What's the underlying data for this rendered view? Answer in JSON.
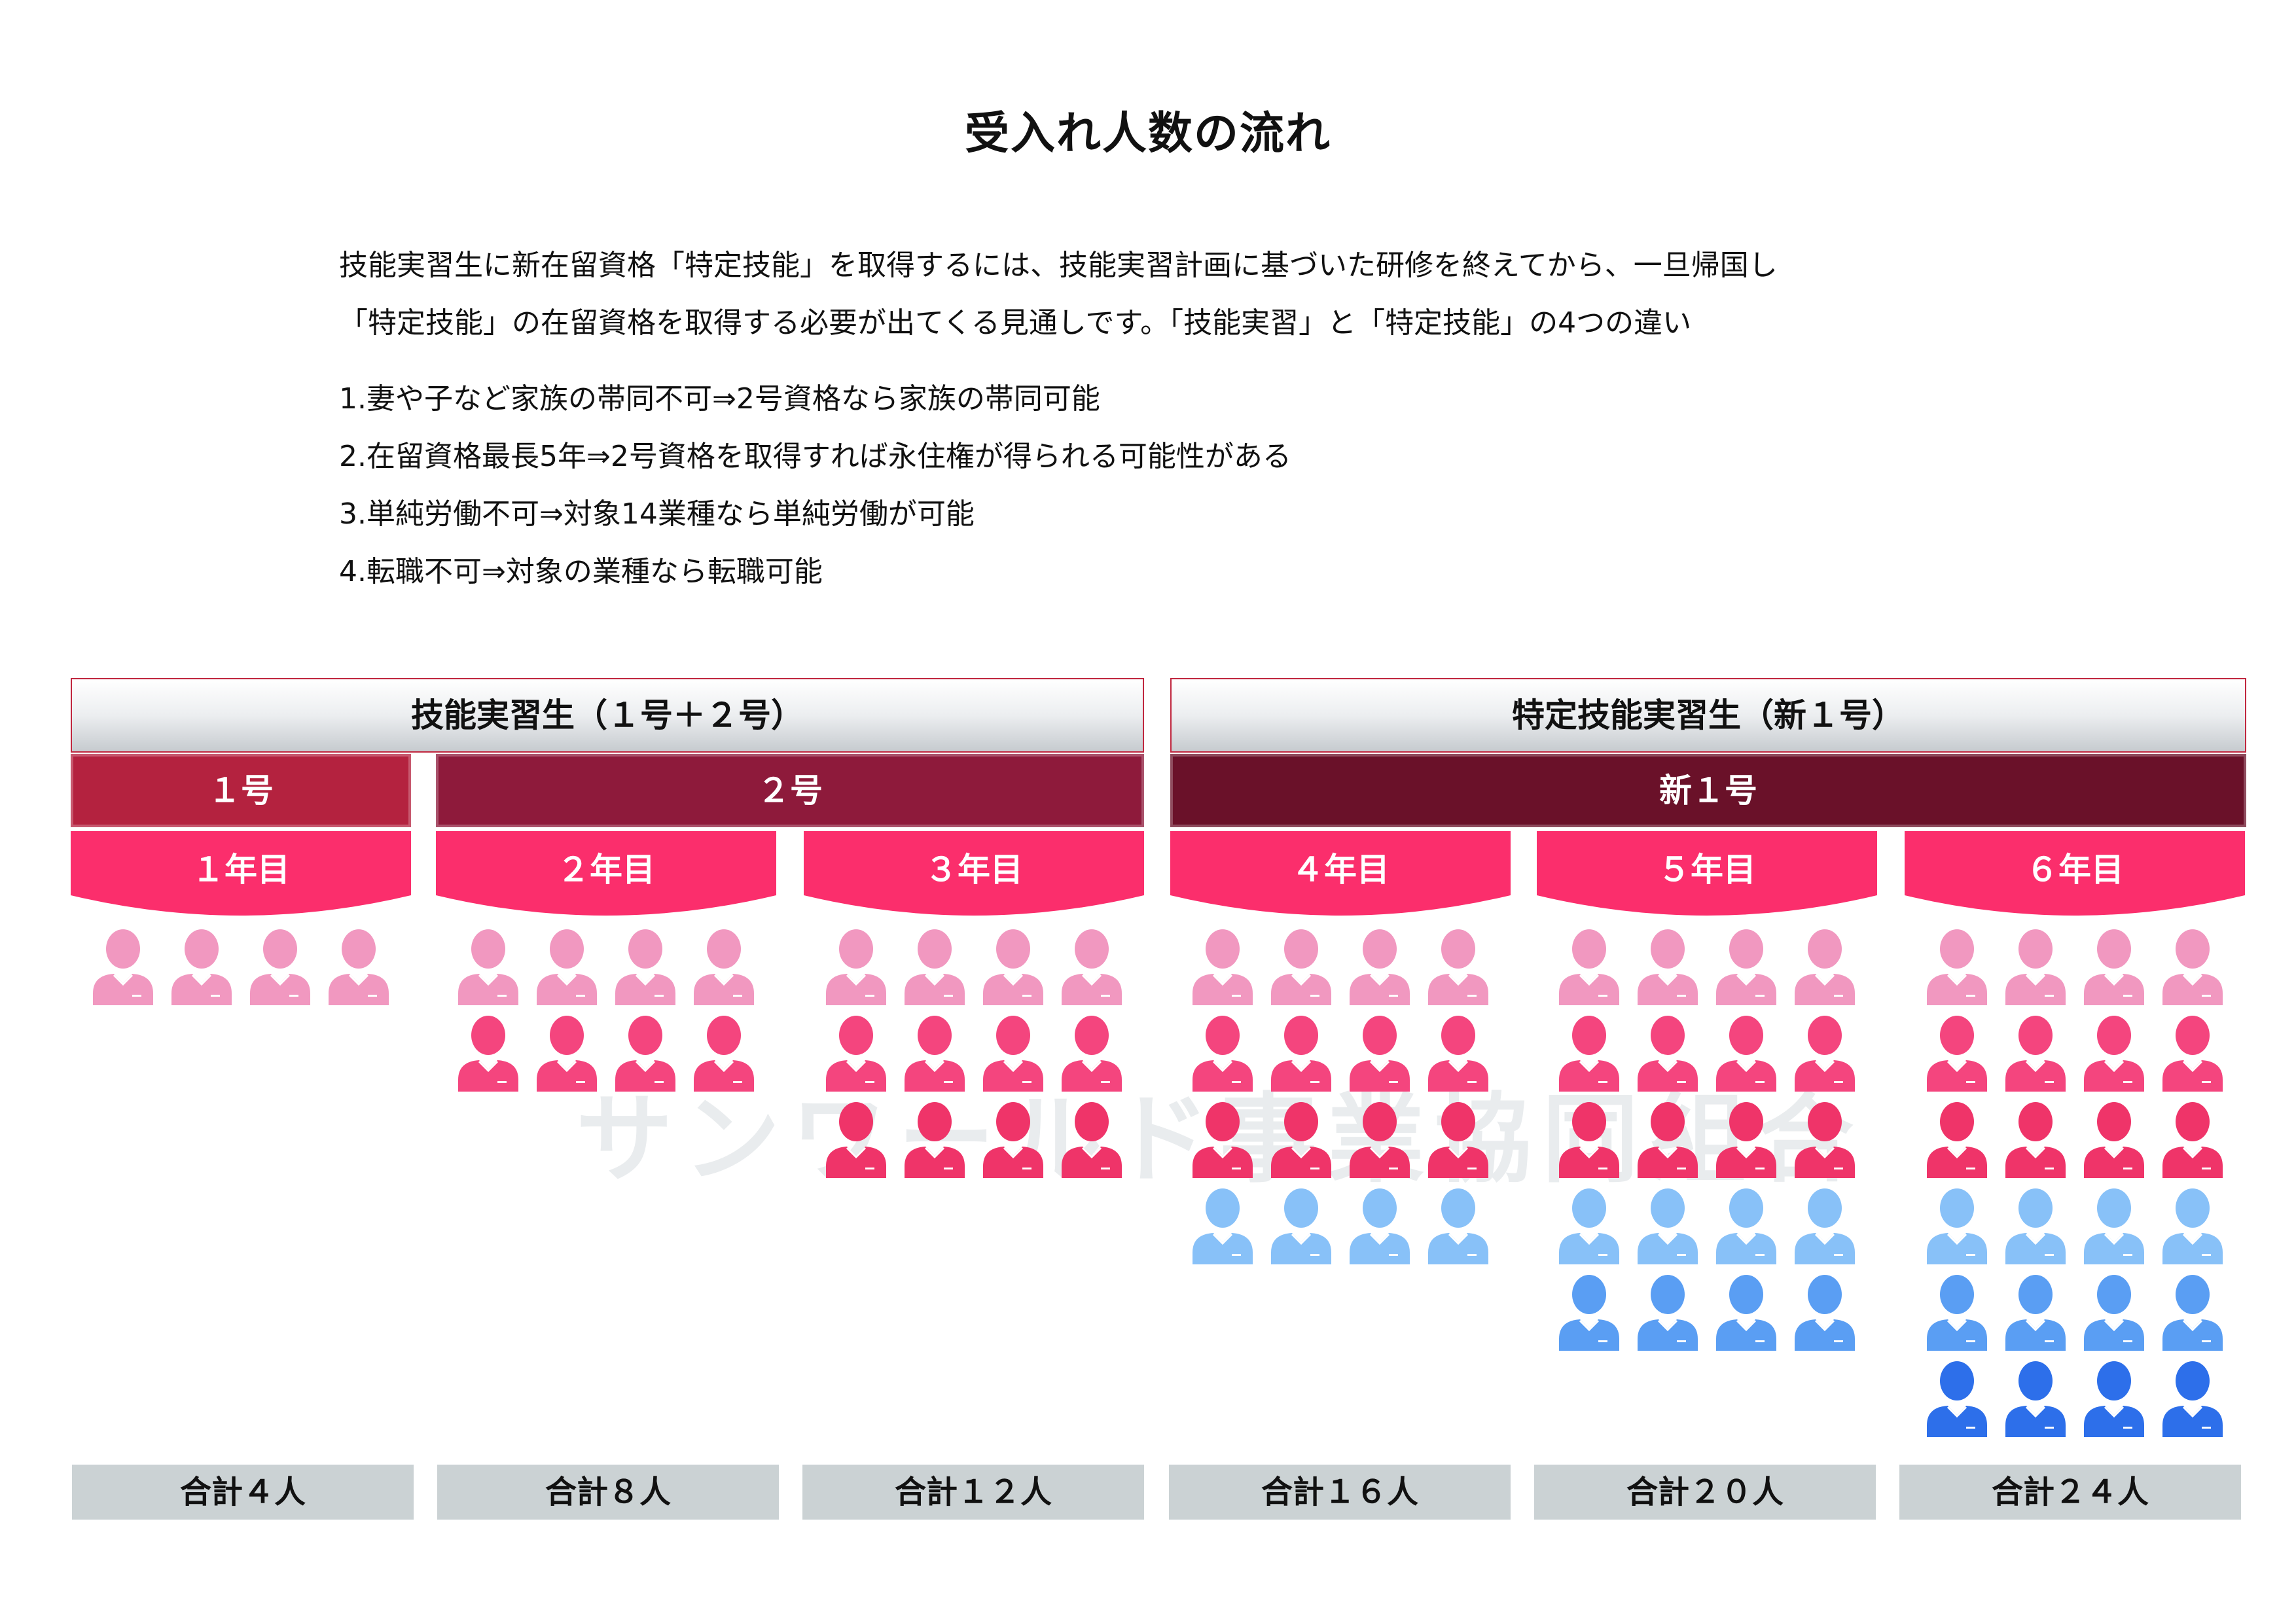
{
  "title": "受入れ人数の流れ",
  "intro": [
    "技能実習生に新在留資格「特定技能」を取得するには、技能実習計画に基づいた研修を終えてから、一旦帰国し",
    "「特定技能」の在留資格を取得する必要が出てくる見通しです。「技能実習」と「特定技能」の4つの違い"
  ],
  "points": [
    "1.妻や子など家族の帯同不可⇒2号資格なら家族の帯同可能",
    "2.在留資格最長5年⇒2号資格を取得すれば永住権が得られる可能性がある",
    "3.単純労働不可⇒対象14業種なら単純労働が可能",
    "4.転職不可⇒対象の業種なら転職可能"
  ],
  "watermark": "サンワールド事業協同組合",
  "headers": {
    "trainee": "技能実習生（１号＋２号）",
    "specified": "特定技能実習生（新１号）"
  },
  "bands": {
    "no1": "１号",
    "no2": "２号",
    "new1": "新１号"
  },
  "years": [
    "１年目",
    "２年目",
    "３年目",
    "４年目",
    "５年目",
    "６年目"
  ],
  "totals": [
    "合計４人",
    "合計８人",
    "合計１２人",
    "合計１６人",
    "合計２０人",
    "合計２４人"
  ],
  "people_counts": [
    4,
    8,
    12,
    16,
    20,
    24
  ],
  "colors": {
    "band_no1": "#b4223f",
    "band_no2": "#8e1a3b",
    "band_new1": "#6a1129",
    "year_tab": "#fb2e6c",
    "total_bg": "#cbd2d4",
    "person_rows": [
      "#f198c0",
      "#f4457e",
      "#ef3469",
      "#88c1f8",
      "#5a9ef3",
      "#2d6fea"
    ]
  }
}
